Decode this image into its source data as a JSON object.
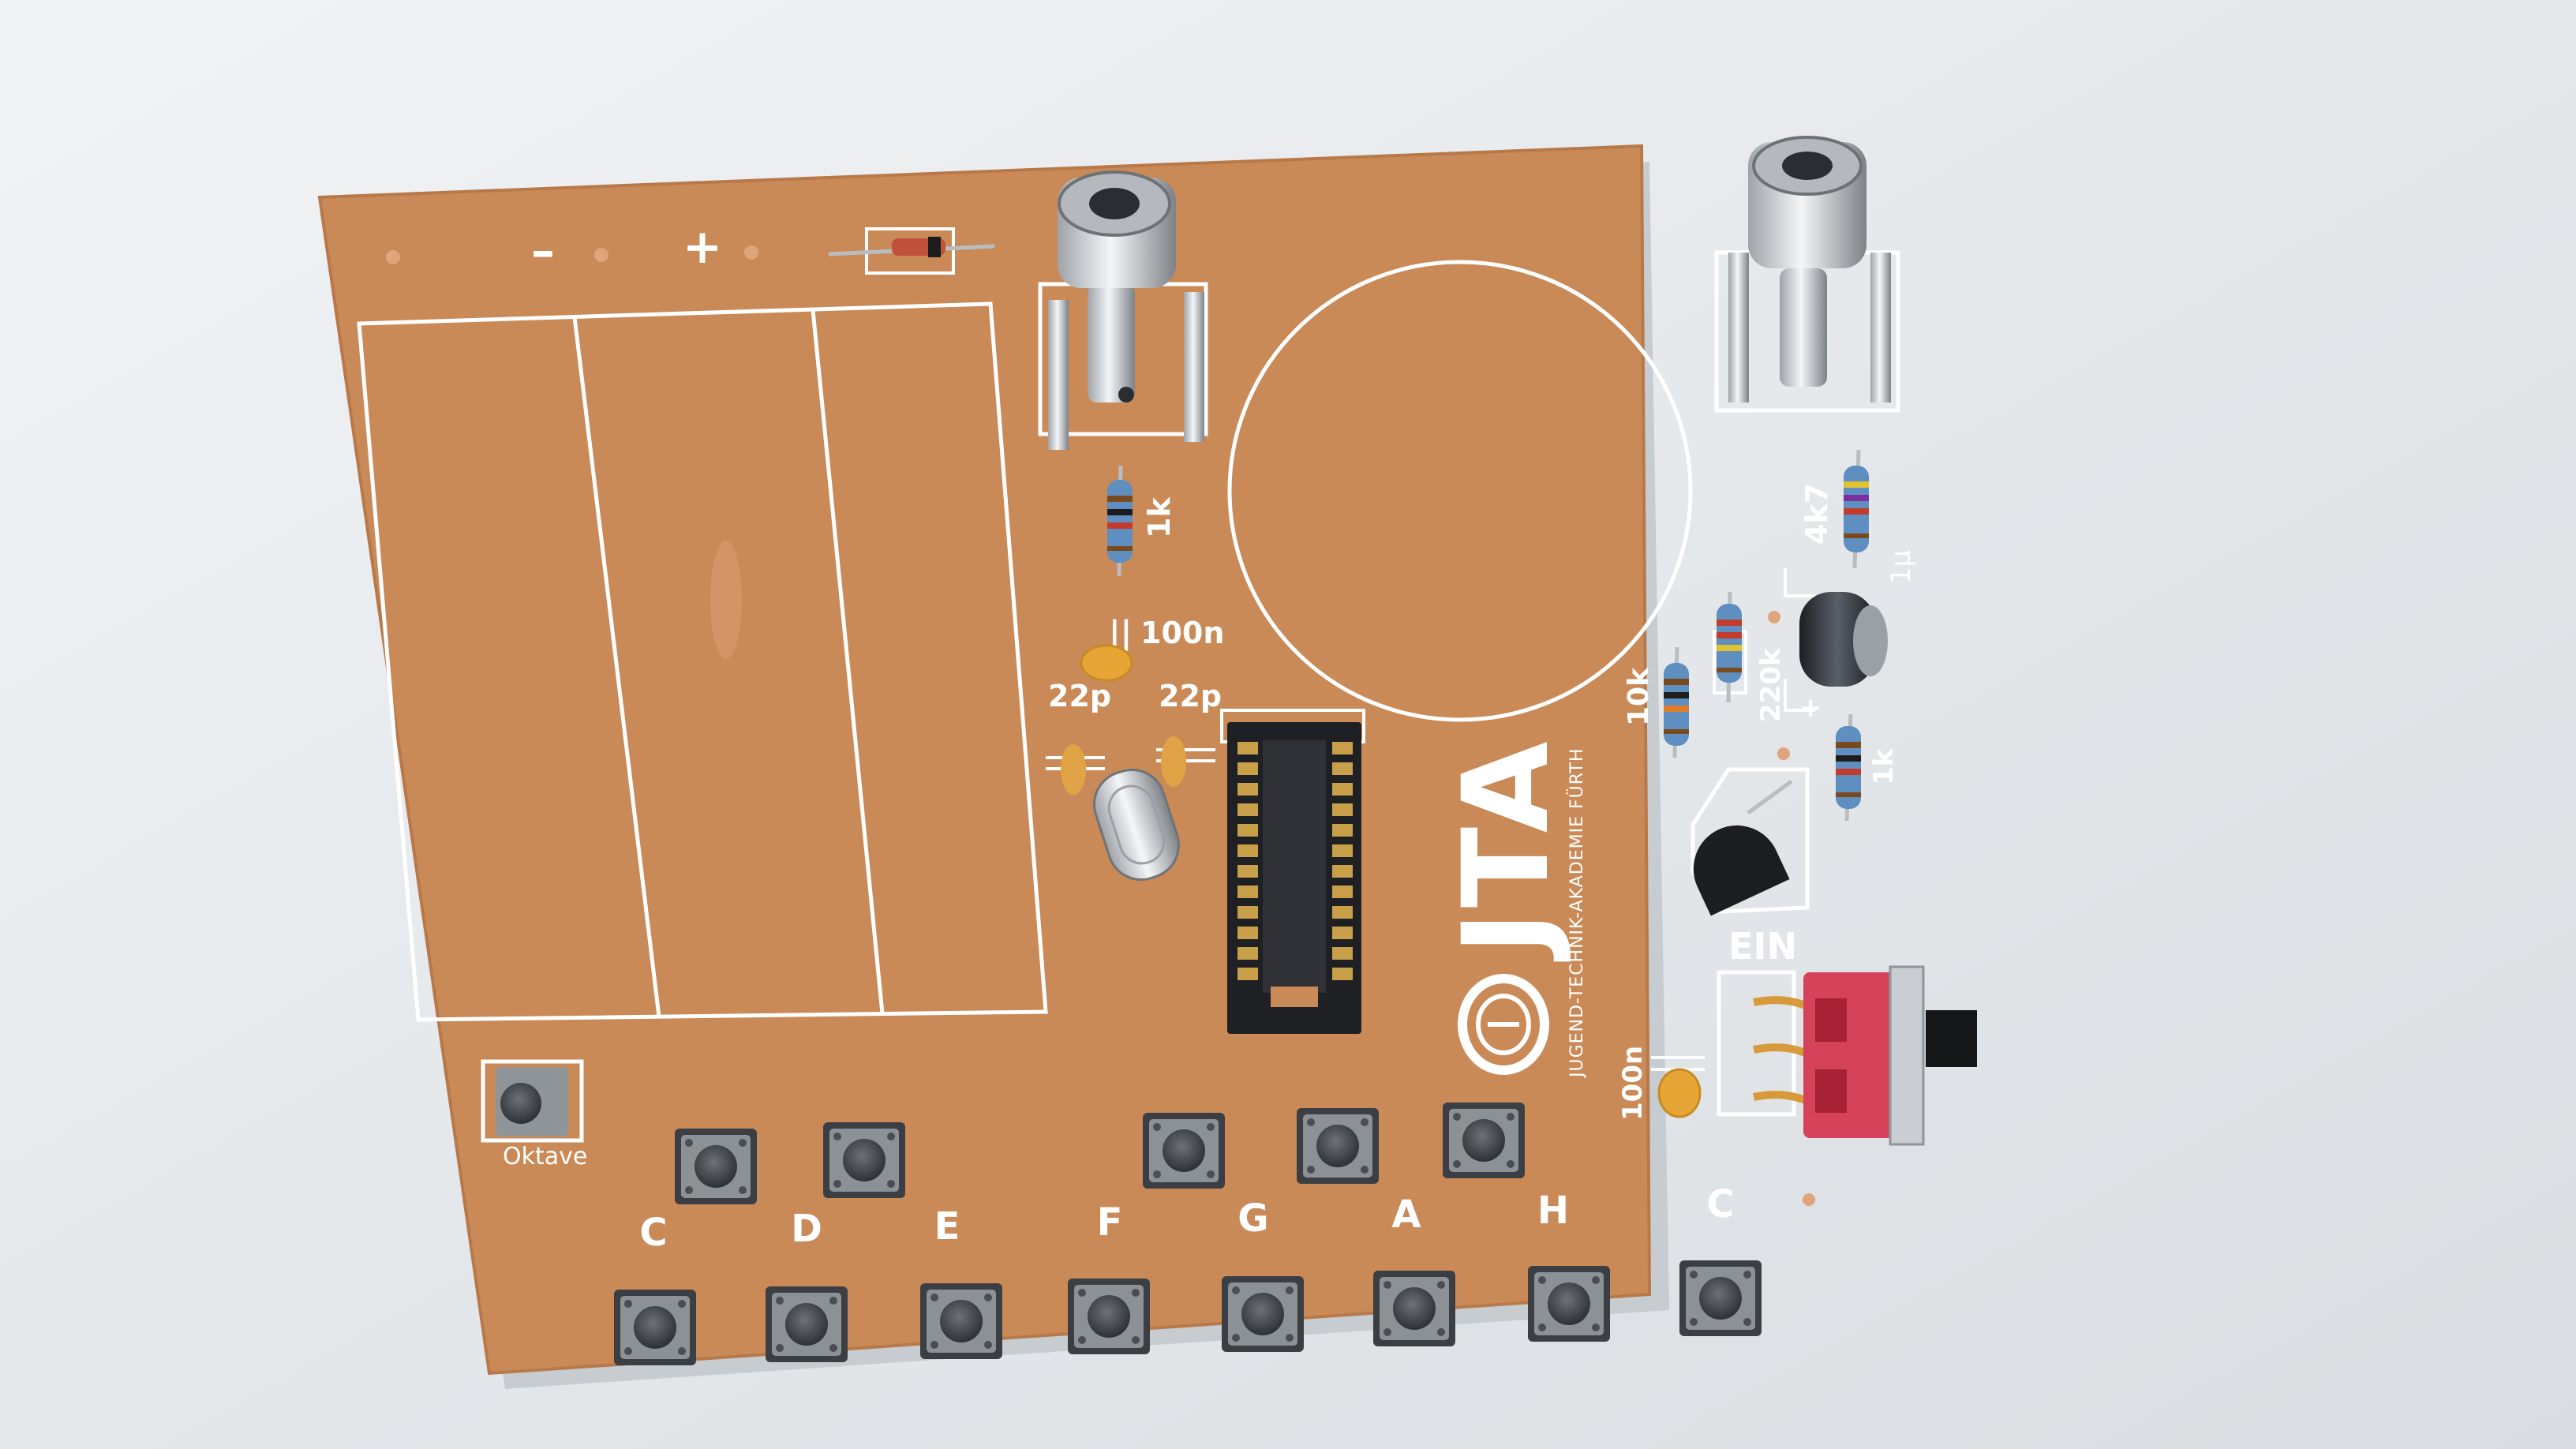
{
  "board": {
    "pcb_color": "#c98a57",
    "silk_color": "#ffffff",
    "polarity": {
      "minus": "–",
      "plus": "+"
    },
    "logo": {
      "text": "JTA",
      "subtitle": "JUGEND-TECHNIK-AKADEMIE FÜRTH"
    },
    "components": {
      "r_top": "1k",
      "cap_100n_top": "100n",
      "cap_22p_left": "22p",
      "cap_22p_right": "22p",
      "r_4k7": "4k7",
      "elcap": "1µ",
      "r_10k": "10k",
      "r_220k": "220k",
      "r_1k_right": "1k",
      "cap_100n_bottom": "100n",
      "switch_label": "EIN"
    },
    "octave_label": "Oktave",
    "note_labels": [
      "C",
      "D",
      "E",
      "F",
      "G",
      "A",
      "H",
      "C"
    ]
  }
}
